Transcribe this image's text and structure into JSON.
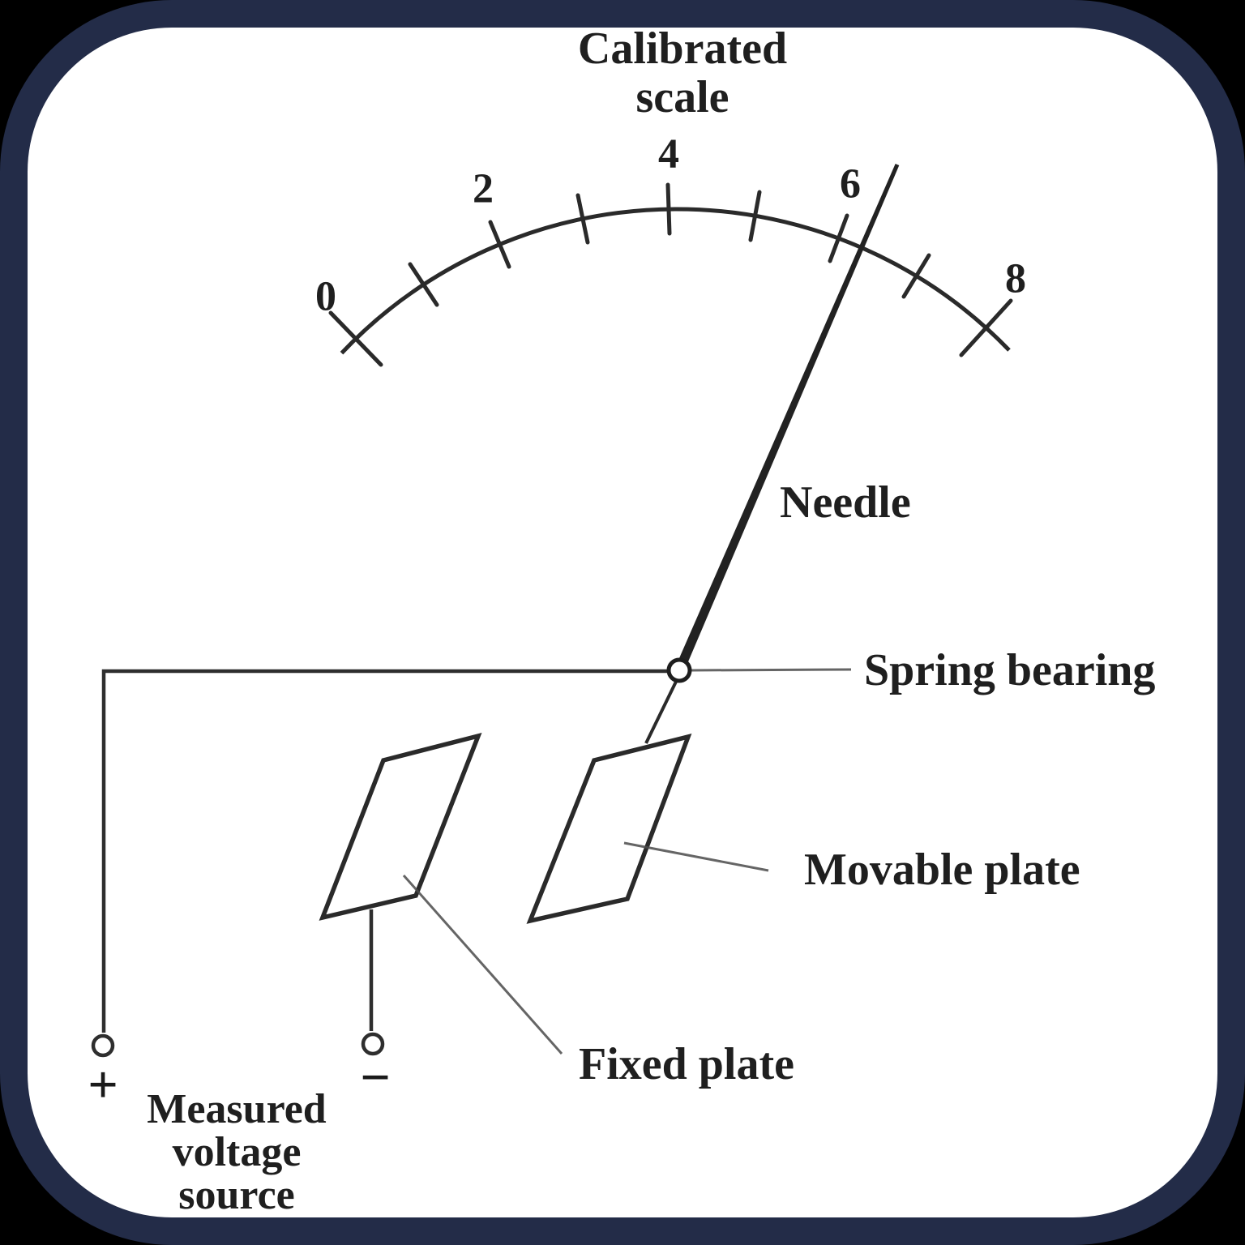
{
  "frame": {
    "background": "#000000",
    "border_color": "#232c48",
    "panel_color": "#ffffff",
    "ink_color": "#2a2a2a"
  },
  "title": {
    "line1": "Calibrated",
    "line2": "scale"
  },
  "scale": {
    "tick_labels": [
      "0",
      "2",
      "4",
      "6",
      "8"
    ]
  },
  "callouts": {
    "needle": "Needle",
    "spring_bearing": "Spring bearing",
    "movable_plate": "Movable plate",
    "fixed_plate": "Fixed plate"
  },
  "source": {
    "line1": "Measured",
    "line2": "voltage",
    "line3": "source",
    "positive": "+",
    "negative": "−"
  }
}
